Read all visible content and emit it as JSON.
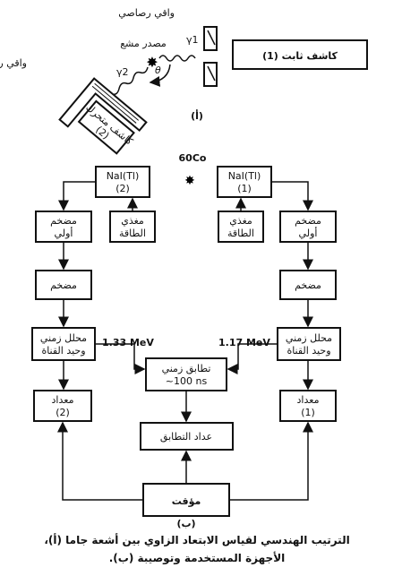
{
  "setup": {
    "lead_shield_top": "واقي رصاصي",
    "lead_shield_left": "واقي رصاصي",
    "source_label": "مصدر مشع",
    "gamma1": "γ1",
    "gamma2": "γ2",
    "theta": "θ",
    "fixed_detector": "كاشف ثابت (1)",
    "moving_detector_line1": "كاشف متحرك",
    "moving_detector_line2": "(2)",
    "part_label": "(أ)"
  },
  "diagram": {
    "source_isotope": "60Co",
    "nai2_line1": "NaI(Tl)",
    "nai2_line2": "(2)",
    "nai1_line1": "NaI(Tl)",
    "nai1_line2": "(1)",
    "preamp_line1": "مضخم",
    "preamp_line2": "أولي",
    "power_line1": "مغذي",
    "power_line2": "الطاقة",
    "amp": "مضخم",
    "sca_line1": "محلل زمني",
    "sca_line2": "وحيد القناة",
    "energy_left": "1.33 MeV",
    "energy_right": "1.17 MeV",
    "coinc_line1": "تطابق زمني",
    "coinc_line2": "~100 ns",
    "counter_line1": "معداد",
    "counter_left_num": "(2)",
    "counter_right_num": "(1)",
    "coinc_counter": "عداد التطابق",
    "timer": "مؤقت",
    "part_label": "(ب)"
  },
  "caption": {
    "line1": "الترتيب الهندسي لقياس الابتعاد الزاوي بين أشعة جاما (أ)،",
    "line2": "الأجهزة المستخدمة وتوصيبة (ب)."
  }
}
